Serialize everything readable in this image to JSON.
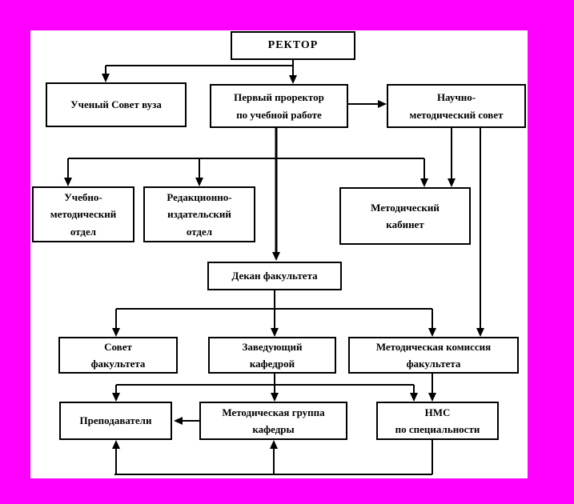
{
  "diagram": {
    "title": "University methodical work organizational structure",
    "colors": {
      "background": "#FF00FF",
      "canvas": "#FFFFFF",
      "line": "#000000"
    },
    "nodes": {
      "rektor": {
        "label": "РЕКТОР"
      },
      "uchenyi_sovet": {
        "label": "Ученый Совет вуза"
      },
      "pervyi_prorektor": {
        "label": "Первый проректор\nпо учебной работе"
      },
      "nauchno_metod_sovet": {
        "label": "Научно-\nметодический совет"
      },
      "uchebno_metod_otdel": {
        "label": "Учебно-\nметодический\nотдел"
      },
      "redakcionno_izdat_otdel": {
        "label": "Редакционно-\nиздательский\nотдел"
      },
      "metod_kabinet": {
        "label": "Методический\nкабинет"
      },
      "dekan_fakulteta": {
        "label": "Декан факультета"
      },
      "sovet_fakulteta": {
        "label": "Совет\nфакультета"
      },
      "zaveduyushchiy_kafedroy": {
        "label": "Заведующий\nкафедрой"
      },
      "metod_komissiya_fakulteta": {
        "label": "Методическая комиссия\nфакультета"
      },
      "prepodavateli": {
        "label": "Преподаватели"
      },
      "metod_gruppa_kafedry": {
        "label": "Методическая группа\nкафедры"
      },
      "nms_po_specialnosti": {
        "label": "НМС\nпо специальности"
      }
    }
  }
}
